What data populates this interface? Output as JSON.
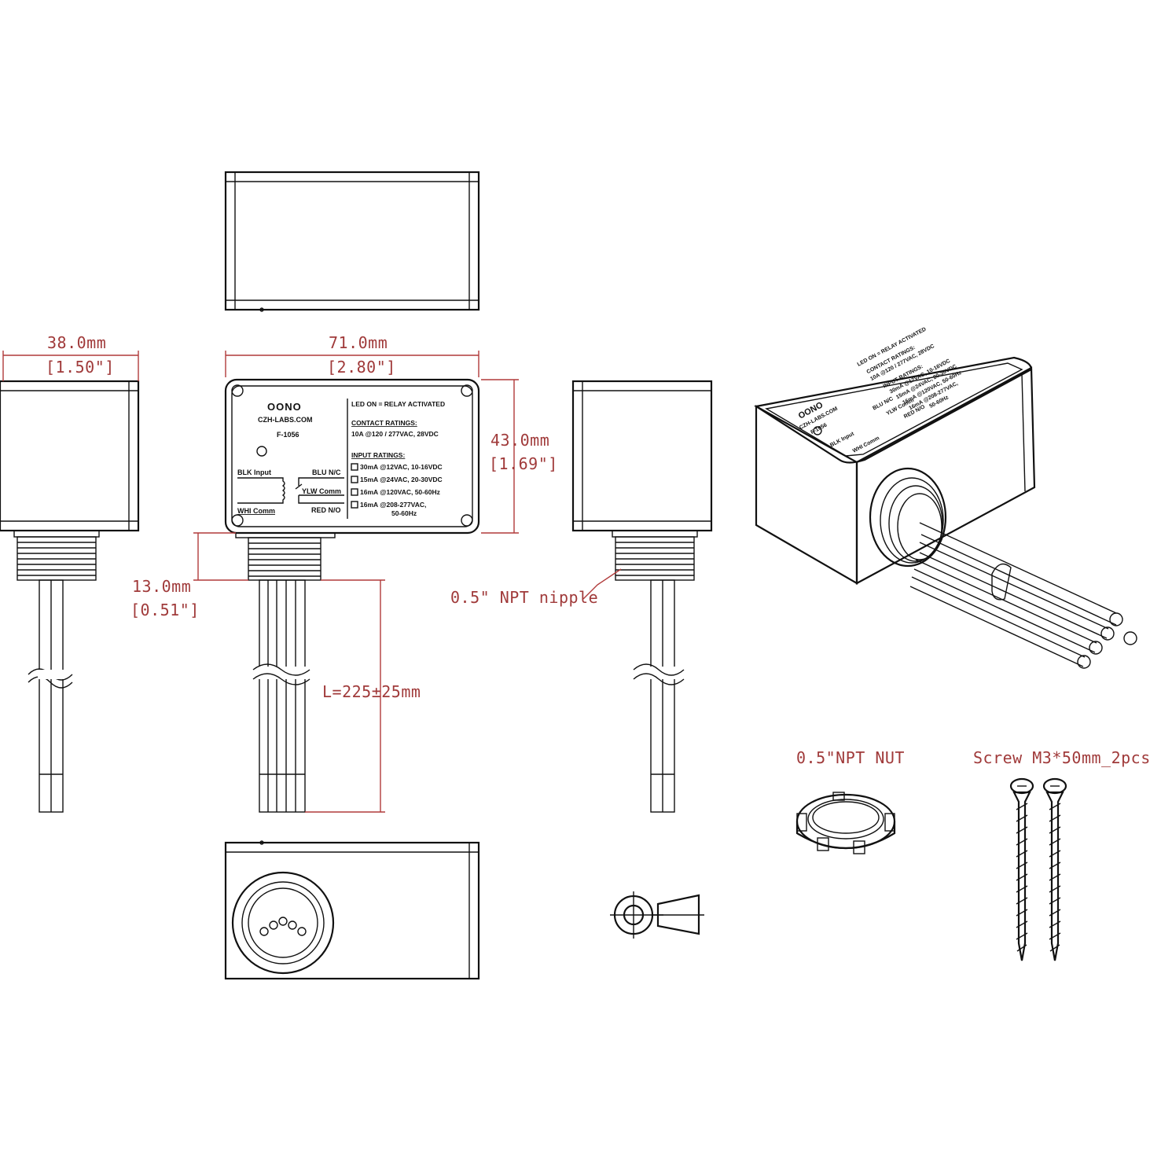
{
  "dimensions": {
    "top_view_width_mm": "38.0mm",
    "top_view_width_in": "[1.50\"]",
    "front_width_mm": "71.0mm",
    "front_width_in": "[2.80\"]",
    "height_mm": "43.0mm",
    "height_in": "[1.69\"]",
    "nipple_len_mm": "13.0mm",
    "nipple_len_in": "[0.51\"]",
    "wire_length": "L=225±25mm"
  },
  "callouts": {
    "npt_nipple": "0.5\" NPT nipple",
    "npt_nut": "0.5\"NPT NUT",
    "screws": "Screw M3*50mm_2pcs"
  },
  "label": {
    "brand": "OONO",
    "site": "CZH-LABS.COM",
    "model": "F-1056",
    "led_line": "LED ON = RELAY ACTIVATED",
    "contact_title": "CONTACT RATINGS:",
    "contact_value": "10A @120 / 277VAC, 28VDC",
    "input_title": "INPUT RATINGS:",
    "input_1": "30mA @12VAC, 10-16VDC",
    "input_2": "15mA @24VAC, 20-30VDC",
    "input_3": "16mA @120VAC, 50-60Hz",
    "input_4a": "16mA @208-277VAC,",
    "input_4b": "50-60Hz",
    "blk_input": "BLK Input",
    "whi_comm": "WHI Comm",
    "blu_nc": "BLU N/C",
    "ylw_comm": "YLW Comm",
    "red_no": "RED N/O"
  },
  "iso_label": {
    "brand": "OONO",
    "site": "CZH-LABS.COM",
    "model": "F-1056",
    "led_line": "LED ON = RELAY ACTIVATED",
    "contact_title": "CONTACT RATINGS:",
    "contact_value": "10A @120 / 277VAC, 28VDC",
    "input_title": "INPUT RATINGS:",
    "input_1": "30mA @12VAC, 10-16VDC",
    "input_2": "15mA @24VAC, 20-30VDC",
    "input_3": "16mA @120VAC, 50-60Hz",
    "input_4a": "16mA @208-277VAC,",
    "input_4b": "50-60Hz",
    "blk_input": "BLK Input",
    "whi_comm": "WHI Comm",
    "blu_nc": "BLU N/C",
    "ylw_comm": "YLW Comm",
    "red_no": "RED N/O"
  }
}
